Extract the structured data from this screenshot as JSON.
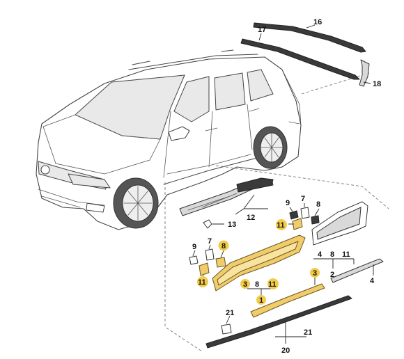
{
  "callouts": {
    "c16": "16",
    "c17": "17",
    "c18": "18",
    "c12": "12",
    "c13": "13",
    "c9_top": "9",
    "c7_top": "7",
    "c8_top": "8",
    "c11_top": "11",
    "c4_top": "4",
    "c8_mid": "8",
    "c11_mid": "11",
    "c2": "2",
    "c4_right": "4",
    "c9_left": "9",
    "c7_left": "7",
    "c8_left": "8",
    "c11_left": "11",
    "c3_bottom": "3",
    "c8_bottom": "8",
    "c11_bottom": "11",
    "c1": "1",
    "c3_right": "3",
    "c21_left": "21",
    "c21_right": "21",
    "c20": "20"
  },
  "colors": {
    "highlight": "#f3cb4a",
    "part_gold": "#f0cc6a",
    "line": "#444444"
  }
}
